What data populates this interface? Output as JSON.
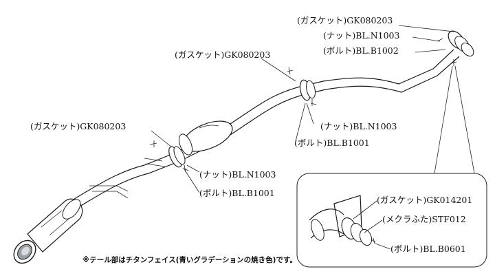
{
  "labels": {
    "gasket_rear": "(ガスケット)GK080203",
    "nut_rear": "(ナット)BL.N1003",
    "bolt_rear": "(ボルト)BL.B1002",
    "gasket_center": "(ガスケット)GK080203",
    "nut_center": "(ナット)BL.N1003",
    "bolt_center": "(ボルト)BL.B1001",
    "gasket_front": "(ガスケット)GK080203",
    "nut_front": "(ナット)BL.N1003",
    "bolt_front": "(ボルト)BL.B1001",
    "detail_gasket": "(ガスケット)GK014201",
    "detail_cap": "(メクラふた)STF012",
    "detail_bolt": "(ボルト)BL.B0601"
  },
  "note": "※テール部はチタンフェイス(青いグラデーションの焼き色)です。"
}
